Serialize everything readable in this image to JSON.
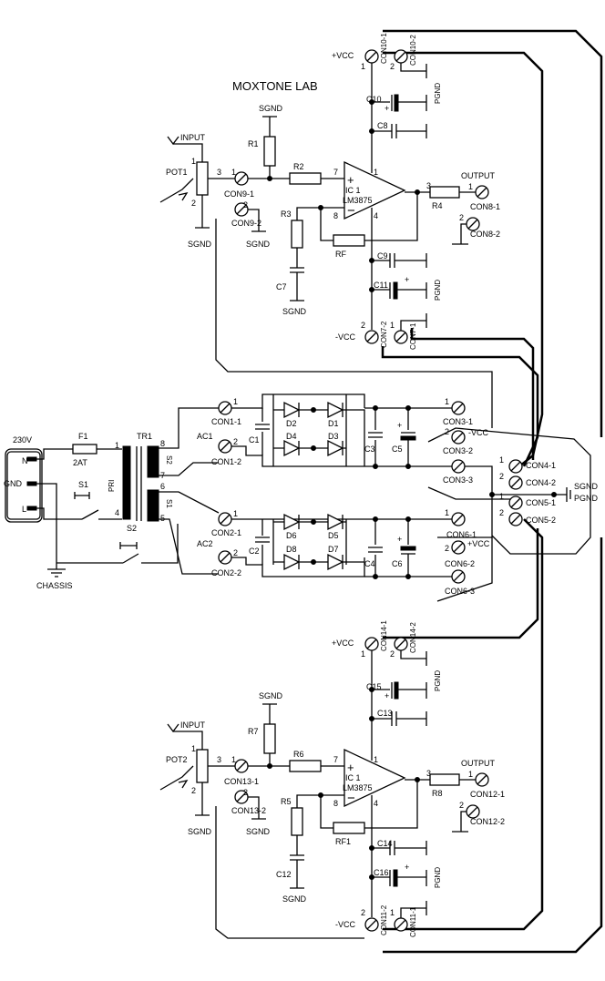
{
  "title": "MOXTONE LAB",
  "power": {
    "mains": "230V",
    "pins": [
      "N",
      "GND",
      "L"
    ],
    "fuse": "F1",
    "fuse_value": "2AT",
    "switch1": "S1",
    "switch2": "S2",
    "chassis": "CHASSIS",
    "transformer": "TR1",
    "pri": "PRI",
    "sec1": "S1",
    "sec2": "S2",
    "pin1": "1",
    "pin4": "4",
    "pin5": "5",
    "pin6": "6",
    "pin7": "7",
    "pin8": "8",
    "ac1": "AC1",
    "ac2": "AC2"
  },
  "psu": {
    "con1_1": "CON1-1",
    "con1_2": "CON1-2",
    "con2_1": "CON2-1",
    "con2_2": "CON2-2",
    "con3_1": "CON3-1",
    "con3_2": "CON3-2",
    "con3_3": "CON3-3",
    "con6_1": "CON6-1",
    "con6_2": "CON6-2",
    "con6_3": "CON6-3",
    "con4_1": "CON4-1",
    "con4_2": "CON4-2",
    "con5_1": "CON5-1",
    "con5_2": "CON5-2",
    "c1": "C1",
    "c2": "C2",
    "c3": "C3",
    "c4": "C4",
    "c5": "C5",
    "c6": "C6",
    "d1": "D1",
    "d2": "D2",
    "d3": "D3",
    "d4": "D4",
    "d5": "D5",
    "d6": "D6",
    "d7": "D7",
    "d8": "D8",
    "neg_vcc": "-VCC",
    "pos_vcc": "+VCC",
    "sgnd": "SGND",
    "pgnd": "PGND"
  },
  "amp1": {
    "vcc_pos": "+VCC",
    "vcc_neg": "-VCC",
    "con_pwr_pos_1": "CON10-1",
    "con_pwr_pos_2": "CON10-2",
    "con_pwr_neg_1": "CON7-1",
    "con_pwr_neg_2": "CON7-2",
    "c_a": "C10",
    "c_b": "C8",
    "c_c": "C9",
    "c_d": "C11",
    "c_in": "C7",
    "pgnd": "PGND",
    "sgnd": "SGND",
    "r1": "R1",
    "r2": "R2",
    "r3": "R3",
    "r4": "R4",
    "rf": "RF",
    "ic": "IC 1",
    "ic_part": "LM3875",
    "input": "INPUT",
    "pot": "POT1",
    "con_in_1": "CON9-1",
    "con_in_2": "CON9-2",
    "output": "OUTPUT",
    "con_out_1": "CON8-1",
    "con_out_2": "CON8-2",
    "p7": "7",
    "p8": "8",
    "p3": "3",
    "p4": "4",
    "p1": "1"
  },
  "amp2": {
    "vcc_pos": "+VCC",
    "vcc_neg": "-VCC",
    "con_pwr_pos_1": "CON14-1",
    "con_pwr_pos_2": "CON14-2",
    "con_pwr_neg_1": "CON11-1",
    "con_pwr_neg_2": "CON11-2",
    "c_a": "C15",
    "c_b": "C13",
    "c_c": "C14",
    "c_d": "C16",
    "c_in": "C12",
    "pgnd": "PGND",
    "sgnd": "SGND",
    "r1": "R7",
    "r2": "R6",
    "r3": "R5",
    "r4": "R8",
    "rf": "RF1",
    "ic": "IC 1",
    "ic_part": "LM3875",
    "input": "INPUT",
    "pot": "POT2",
    "con_in_1": "CON13-1",
    "con_in_2": "CON13-2",
    "output": "OUTPUT",
    "con_out_1": "CON12-1",
    "con_out_2": "CON12-2",
    "p7": "7",
    "p8": "8",
    "p3": "3",
    "p4": "4",
    "p1": "1"
  }
}
